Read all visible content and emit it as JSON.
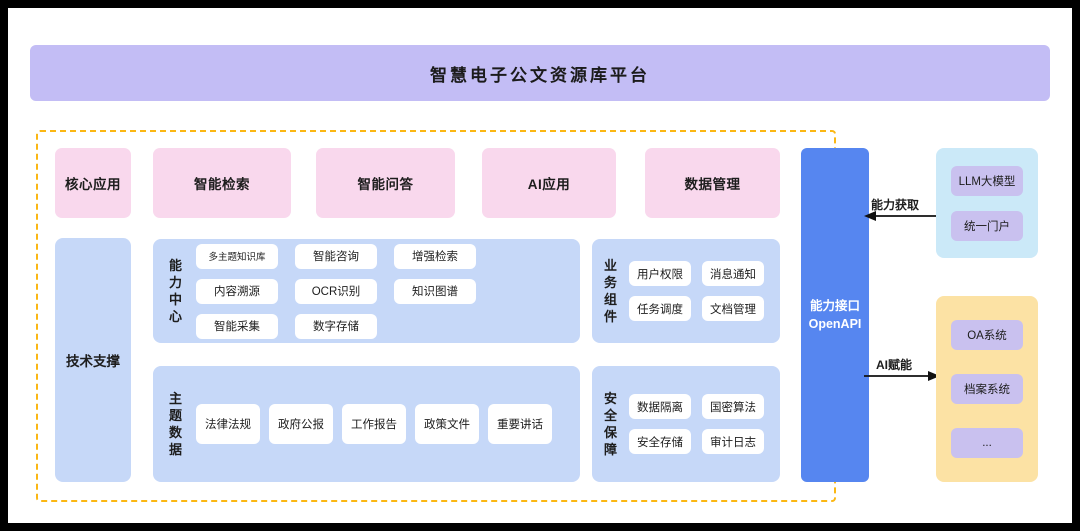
{
  "page": {
    "title": "智慧电子公文资源库平台",
    "colors": {
      "title_banner": "#c3bdf5",
      "dashed_border": "#fbb713",
      "application_box": "#f9d8ed",
      "panel_blue": "#c6d8f8",
      "openapi_bar": "#5686f0",
      "external_capability_panel": "#cbe9f8",
      "external_systems_panel": "#fce2a4",
      "external_chip": "#c9c1ef",
      "chip_white": "#ffffff",
      "frame": "#000000"
    }
  },
  "applications": [
    {
      "label": "核心应用"
    },
    {
      "label": "智能检索"
    },
    {
      "label": "智能问答"
    },
    {
      "label": "AI应用"
    },
    {
      "label": "数据管理"
    }
  ],
  "tech_support": {
    "label": "技术支撑"
  },
  "capability_center": {
    "label": "能力中心",
    "items": [
      {
        "label": "多主题知识库"
      },
      {
        "label": "智能咨询"
      },
      {
        "label": "增强检索"
      },
      {
        "label": "内容溯源"
      },
      {
        "label": "OCR识别"
      },
      {
        "label": "知识图谱"
      },
      {
        "label": "智能采集"
      },
      {
        "label": "数字存储"
      }
    ]
  },
  "business_components": {
    "label": "业务组件",
    "items": [
      {
        "label": "用户权限"
      },
      {
        "label": "消息通知"
      },
      {
        "label": "任务调度"
      },
      {
        "label": "文档管理"
      }
    ]
  },
  "theme_data": {
    "label": "主题数据",
    "items": [
      {
        "label": "法律法规"
      },
      {
        "label": "政府公报"
      },
      {
        "label": "工作报告"
      },
      {
        "label": "政策文件"
      },
      {
        "label": "重要讲话"
      }
    ]
  },
  "security": {
    "label": "安全保障",
    "items": [
      {
        "label": "数据隔离"
      },
      {
        "label": "国密算法"
      },
      {
        "label": "安全存储"
      },
      {
        "label": "审计日志"
      }
    ]
  },
  "openapi": {
    "line1": "能力接口",
    "line2": "OpenAPI"
  },
  "external_capability": {
    "items": [
      {
        "label": "LLM大模型"
      },
      {
        "label": "统一门户"
      }
    ]
  },
  "external_systems": {
    "items": [
      {
        "label": "OA系统"
      },
      {
        "label": "档案系统"
      },
      {
        "label": "..."
      }
    ]
  },
  "arrows": [
    {
      "label": "能力获取",
      "direction": "left"
    },
    {
      "label": "AI赋能",
      "direction": "right"
    }
  ]
}
